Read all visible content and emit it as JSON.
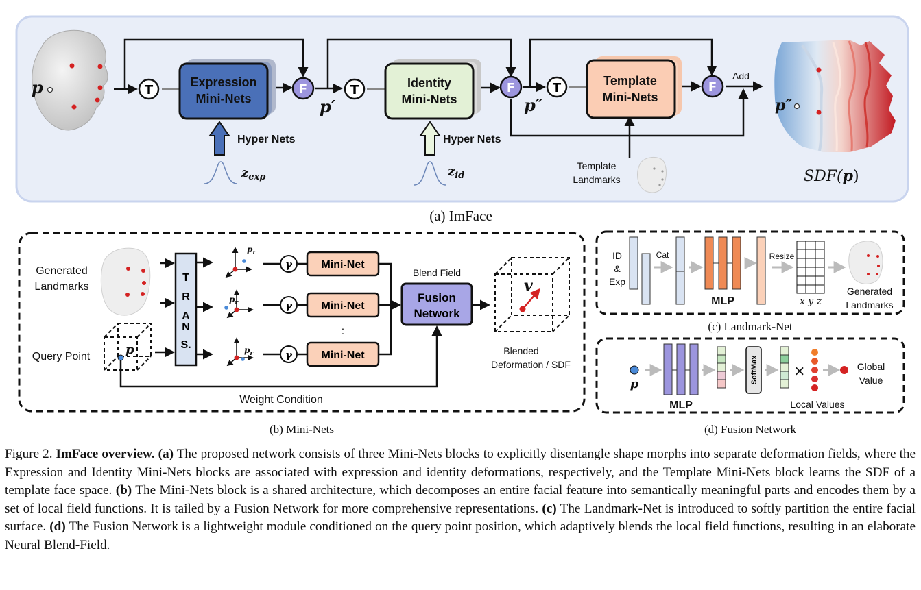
{
  "panel_a": {
    "title": "(a) ImFace",
    "point_p": "p",
    "point_p1": "p′",
    "point_p2": "p″",
    "point_p2_face": "p″",
    "t_label": "T",
    "f_label": "F",
    "expression_block": [
      "Expression",
      "Mini-Nets"
    ],
    "identity_block": [
      "Identity",
      "Mini-Nets"
    ],
    "template_block": [
      "Template",
      "Mini-Nets"
    ],
    "hyper_nets": "Hyper Nets",
    "z_exp": "z",
    "z_exp_sub": "exp",
    "z_id": "z",
    "z_id_sub": "id",
    "add": "Add",
    "template_landmarks": [
      "Template",
      "Landmarks"
    ],
    "sdf_label": "SDF(",
    "sdf_p": "p",
    "sdf_close": ")"
  },
  "panel_b": {
    "title": "(b) Mini-Nets",
    "generated_landmarks": [
      "Generated",
      "Landmarks"
    ],
    "query_point": "Query Point",
    "p": "p",
    "trans": [
      "T",
      "R",
      "A",
      "N",
      "S."
    ],
    "mini_net": "Mini-Net",
    "gamma": "γ",
    "p_r": "p",
    "p_r_sub": "r",
    "dots": ":",
    "blend_field": "Blend Field",
    "fusion_network": [
      "Fusion",
      "Network"
    ],
    "v": "v",
    "blended": [
      "Blended",
      "Deformation / SDF"
    ],
    "weight_condition": "Weight Condition"
  },
  "panel_c": {
    "title": "(c) Landmark-Net",
    "input": [
      "ID",
      "&",
      "Exp"
    ],
    "cat": "Cat",
    "mlp": "MLP",
    "resize": "Resize",
    "xyz": "x y z",
    "generated_landmarks": [
      "Generated",
      "Landmarks"
    ]
  },
  "panel_d": {
    "title": "(d) Fusion Network",
    "p": "p",
    "mlp": "MLP",
    "softmax": "SoftMax",
    "times": "×",
    "global_value": [
      "Global",
      "Value"
    ],
    "local_values": "Local Values"
  },
  "caption": {
    "fig_label": "Figure 2.",
    "fig_title": "ImFace overview.",
    "a_label": "(a)",
    "a_text": " The proposed network consists of three Mini-Nets blocks to explicitly disentangle shape morphs into separate deformation fields, where the Expression and Identity Mini-Nets blocks are associated with expression and identity deformations, respectively, and the Template Mini-Nets block learns the SDF of a template face space. ",
    "b_label": "(b)",
    "b_text": " The Mini-Nets block is a shared architecture, which decomposes an entire facial feature into semantically meaningful parts and encodes them by a set of local field functions. It is tailed by a Fusion Network for more comprehensive representations. ",
    "c_label": "(c)",
    "c_text": " The Landmark-Net is introduced to softly partition the entire facial surface. ",
    "d_label": "(d)",
    "d_text": " The Fusion Network is a lightweight module conditioned on the query point position, which adaptively blends the local field functions, resulting in an elaborate Neural Blend-Field."
  },
  "colors": {
    "panel_bg": "#e9eef8",
    "panel_border": "#c9d4ee",
    "expression": "#4a70b8",
    "identity": "#e3f1d6",
    "template": "#fbcdb4",
    "minnet": "#fbd1b9",
    "fusion": "#a8a6e6",
    "trans": "#d9e3f2",
    "mlp_orange": "#ef8a55",
    "mlp_purple": "#9c95de",
    "landmark_red": "#d42222"
  }
}
